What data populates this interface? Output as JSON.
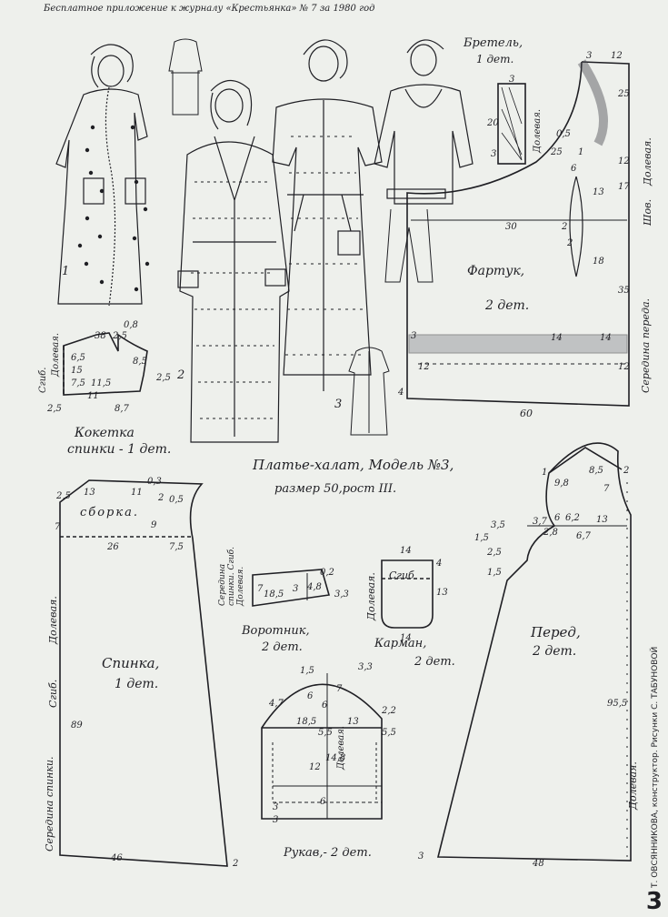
{
  "header": "Бесплатное приложение к журналу «Крестьянка» № 7 за 1980 год",
  "model_title": "Платье-халат, Модель №3,",
  "model_size": "размер 50,рост III.",
  "credits": "Т. ОВСЯННИКОВА, конструктор. Рисунки С. ТАБУНОВОЙ",
  "page_number": "3",
  "figures": [
    "1",
    "2",
    "3"
  ],
  "pieces": {
    "apron": {
      "name": "Фартук,",
      "count": "2 дет.",
      "side_label": "Середина переда.",
      "shov": "Шов.",
      "grain": "Долевая.",
      "bottom": "60",
      "nums": [
        "3",
        "12",
        "25",
        "0,5",
        "1",
        "25",
        "6",
        "12",
        "17",
        "13",
        "30",
        "2",
        "2",
        "18",
        "35",
        "3",
        "14",
        "14",
        "12",
        "12",
        "4"
      ]
    },
    "strap": {
      "name": "Бретель,",
      "count": "1 дет.",
      "grain": "Долевая.",
      "nums": [
        "3",
        "20",
        "3"
      ]
    },
    "yoke": {
      "name": "Кокетка",
      "count": "спинки - 1 дет.",
      "fold": "Сгиб.",
      "grain": "Долевая.",
      "nums": [
        "38",
        "2,5",
        "0,8",
        "6,5",
        "15",
        "7,5",
        "11",
        "11,5",
        "8,5",
        "2,5",
        "2,5",
        "8,7"
      ]
    },
    "back": {
      "name": "Спинка,",
      "count": "1 дет.",
      "gather": "сборка.",
      "fold": "Сгиб.",
      "grain": "Долевая.",
      "center": "Середина спинки.",
      "nums": [
        "2,5",
        "13",
        "11",
        "0,3",
        "2",
        "0,5",
        "7",
        "9",
        "26",
        "7,5",
        "89",
        "46",
        "2"
      ]
    },
    "collar": {
      "name": "Воротник,",
      "count": "2 дет.",
      "side": "Середина спинки. Сгиб. Долевая.",
      "nums": [
        "7",
        "18,5",
        "3",
        "4,8",
        "0,2",
        "3,3"
      ]
    },
    "pocket": {
      "name": "Карман,",
      "count": "2 дет.",
      "fold": "Сгиб",
      "grain": "Долевая.",
      "nums": [
        "14",
        "4",
        "13",
        "14"
      ]
    },
    "sleeve": {
      "name": "Рукав,- 2 дет.",
      "grain": "Долевая.",
      "nums": [
        "1,5",
        "4,7",
        "6",
        "6",
        "7",
        "3,3",
        "18,5",
        "13",
        "2,2",
        "5,5",
        "5,5",
        "12",
        "14,8",
        "3",
        "6",
        "3"
      ]
    },
    "front": {
      "name": "Перед,",
      "count": "2 дет.",
      "grain": "Долевая.",
      "nums": [
        "1",
        "9,8",
        "8,5",
        "2",
        "7",
        "6",
        "6,2",
        "13",
        "3,7",
        "3,5",
        "1,5",
        "2,8",
        "6,7",
        "2,5",
        "1,5",
        "95,5",
        "48",
        "3"
      ]
    }
  }
}
